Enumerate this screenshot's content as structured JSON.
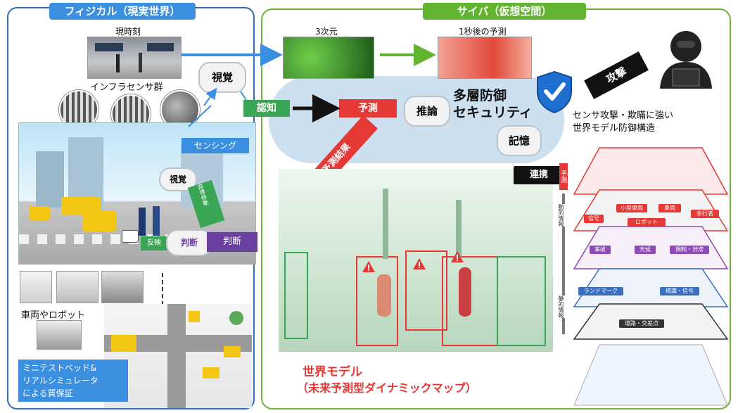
{
  "physical": {
    "title": "フィジカル（現実世界）",
    "current_time_label": "現時刻",
    "infra_sensors_label": "インフラセンサ群",
    "sensing_label": "センシング",
    "vision_label": "視覚",
    "vision_small_label": "視覚",
    "judgment_label": "判断",
    "reflex_label": "反映",
    "autonomous_label": "自律移動",
    "vehicles_robots_label": "車両やロボット",
    "minitest_label_1": "ミニテストベッド&",
    "minitest_label_2": "リアルシミュレータ",
    "minitest_label_3": "による質保証"
  },
  "cyber": {
    "title": "サイバ（仮想空間）",
    "three_d_label": "3次元",
    "prediction_1s_label": "1秒後の予測",
    "cognition_label": "認知",
    "prediction_label": "予測",
    "reasoning_label": "推論",
    "memory_label": "記憶",
    "security_label_1": "多層防御",
    "security_label_2": "セキュリティ",
    "attack_label": "攻撃",
    "defense_label_1": "センサ攻撃・欺瞞に強い",
    "defense_label_2": "世界モデル防御構造",
    "prediction_result_label": "予測結果",
    "judgment_label": "判断",
    "link_label": "連携",
    "world_model_label": "世界モデル",
    "world_model_sub_label": "（未来予測型ダイナミックマップ）"
  },
  "map_layers": {
    "prediction_tag": "予測",
    "dynamic_info": "動的情報",
    "static_info": "静的情報",
    "small_vehicle": "小型車両",
    "vehicle": "車両",
    "pedestrian": "歩行者",
    "signal": "信号",
    "robot": "ロボット",
    "accident": "事故",
    "weather": "天候",
    "regulation": "規制・渋滞",
    "landmark": "ランドマーク",
    "sign_signal": "標識・信号",
    "road_intersection": "道路・交差点"
  },
  "colors": {
    "physical_accent": "#3a8fe0",
    "cyber_accent": "#62b330",
    "prediction_red": "#e53935",
    "cognition_green": "#3aa655",
    "judgment_purple": "#6a3fa0",
    "shield_blue": "#1e6fd0"
  }
}
